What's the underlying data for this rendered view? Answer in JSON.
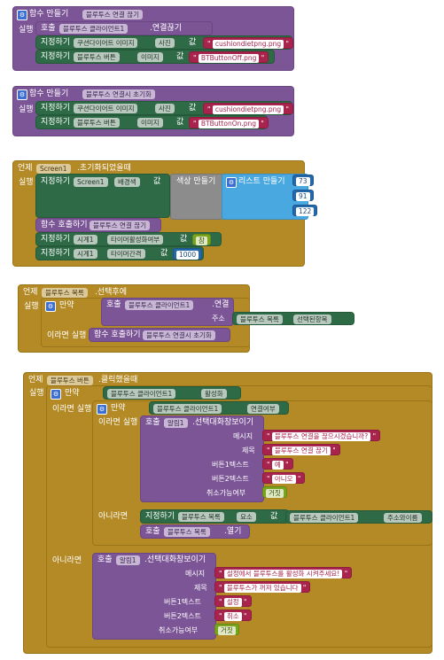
{
  "labels": {
    "proc_make": "함수 만들기",
    "execute": "실행",
    "call": "호출",
    "set": "지정하기",
    "value": "값",
    "event": "언제",
    "call_func": "함수 호출하기",
    "if": "만약",
    "then": "이라면 실행",
    "else": "아니라면",
    "color_make": "색상 만들기",
    "list_make": "리스트 만들기",
    "address": "주소",
    "message": "메시지",
    "title": "제목",
    "btn1": "버튼1텍스트",
    "btn2": "버튼2텍스트",
    "cancelable": "취소가능여부"
  },
  "block1": {
    "proc_name": "블루투스 연결 끊기",
    "call_component": "블루투스 클라이언트1",
    "call_method": ".연결끊기",
    "row1_comp": "쿠션다이어트 이미지",
    "row1_prop": "사진",
    "row1_value": "cushiondietpng.png",
    "row2_comp": "블루투스 버튼",
    "row2_prop": "이미지",
    "row2_value": "BTButtonOff.png"
  },
  "block2": {
    "proc_name": "블루투스 연결시 초기화",
    "row1_comp": "쿠션다이어트 이미지",
    "row1_prop": "사진",
    "row1_value": "cushiondietpng.png",
    "row2_comp": "블루투스 버튼",
    "row2_prop": "이미지",
    "row2_value": "BTButtonOn.png"
  },
  "block3": {
    "component": "Screen1",
    "event": ".초기화되었을때",
    "set_comp": "Screen1",
    "set_prop": "배경색",
    "rgb": [
      "73",
      "91",
      "122"
    ],
    "call_proc": "블루투스 연결 끊기",
    "timer1_comp": "시계1",
    "timer1_prop": "타이머활성화여부",
    "timer1_value": "참",
    "timer2_comp": "시계1",
    "timer2_prop": "타이머간격",
    "timer2_value": "1000"
  },
  "block4": {
    "component": "블루투스 목록",
    "event": ".선택후에",
    "call_component": "블루투스 클라이언트1",
    "call_method": ".연결",
    "addr_comp": "블루투스 목록",
    "addr_prop": "선택된항목",
    "call_proc": "블루투스 연결시 초기화"
  },
  "block5": {
    "component": "블루투스 버튼",
    "event": ".클릭했을때",
    "cond1_comp": "블루투스 클라이언트1",
    "cond1_prop": "활성화",
    "cond2_comp": "블루투스 클라이언트1",
    "cond2_prop": "연결여부",
    "notifier": "알림1",
    "notifier_method": ".선택대화창보이기",
    "msg1": "블루투스 연결을 끊으시겠습니까?",
    "title1": "블루투스 연결 끊기",
    "btn1_1": "예",
    "btn2_1": "아니오",
    "cancel1": "거짓",
    "set_comp": "블루투스 목록",
    "set_prop": "요소",
    "set_val_comp": "블루투스 클라이언트1",
    "set_val_prop": "주소와이름",
    "open_comp": "블루투스 목록",
    "open_method": ".열기",
    "msg2": "설정에서 블루투스를 활성화 시켜주세요!",
    "title2": "블루투스가 꺼져 있습니다",
    "btn1_2": "설정",
    "btn2_2": "취소",
    "cancel2": "거짓"
  }
}
